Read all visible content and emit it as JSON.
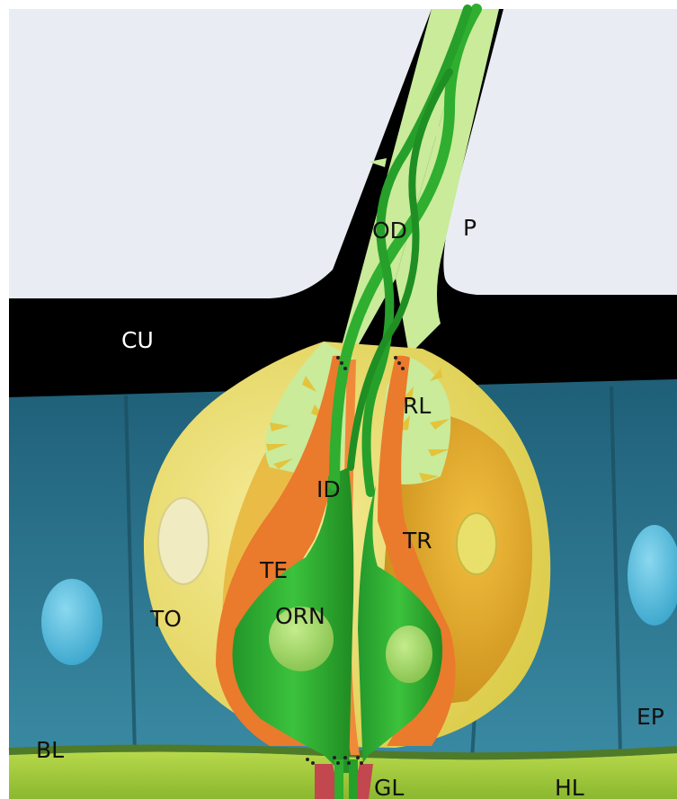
{
  "labels": {
    "cu": "CU",
    "od": "OD",
    "p": "P",
    "rl": "RL",
    "id": "ID",
    "tr": "TR",
    "te": "TE",
    "to": "TO",
    "orn": "ORN",
    "bl": "BL",
    "ep": "EP",
    "gl": "GL",
    "hl": "HL"
  },
  "colors": {
    "background": "#e9edf3",
    "cuticle": "#000000",
    "epidermis": "#2e6f86",
    "epidermis_dark": "#1f5468",
    "sensillum_lymph": "#c9eb9a",
    "tormogen": "#efe07a",
    "trichogen": "#e3a52a",
    "thecogen": "#ea7a2c",
    "neuron": "#2fae2f",
    "neuron_dark": "#1c8a1f",
    "nucleus_neuron": "#a4d86a",
    "nucleus_support": "#e8e06a",
    "nucleus_epidermis": "#5cc0e0",
    "basal_lamina": "#55822c",
    "hemolymph": "#9ec93a",
    "glia": "#c2474f"
  }
}
